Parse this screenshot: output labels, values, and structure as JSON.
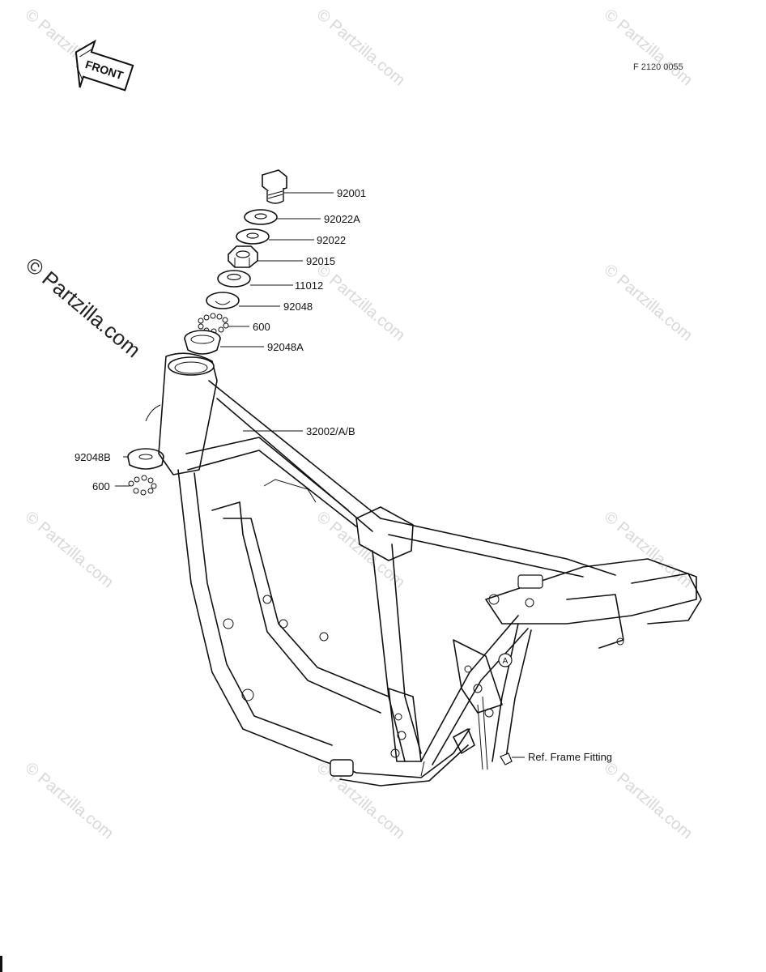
{
  "header": {
    "front_label": "FRONT",
    "code": "F 2120 0055"
  },
  "watermark": {
    "text": "© Partzilla.com"
  },
  "callouts": [
    {
      "id": "92001",
      "label": "92001"
    },
    {
      "id": "92022A",
      "label": "92022A"
    },
    {
      "id": "92022",
      "label": "92022"
    },
    {
      "id": "92015",
      "label": "92015"
    },
    {
      "id": "11012",
      "label": "11012"
    },
    {
      "id": "92048",
      "label": "92048"
    },
    {
      "id": "600a",
      "label": "600"
    },
    {
      "id": "92048A",
      "label": "92048A"
    },
    {
      "id": "32002",
      "label": "32002/A/B"
    },
    {
      "id": "92048B",
      "label": "92048B"
    },
    {
      "id": "600b",
      "label": "600"
    },
    {
      "id": "ref",
      "label": "Ref. Frame Fitting"
    }
  ],
  "markers": {
    "a_label": "A"
  }
}
